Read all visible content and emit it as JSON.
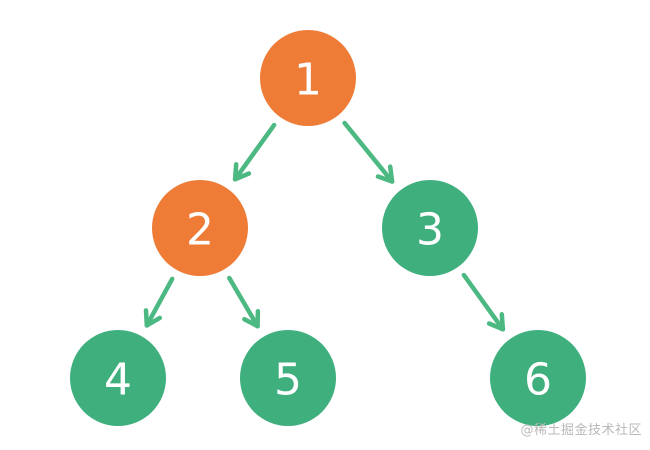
{
  "diagram": {
    "nodes": [
      {
        "id": "n1",
        "label": "1",
        "state": "visited"
      },
      {
        "id": "n2",
        "label": "2",
        "state": "visited"
      },
      {
        "id": "n3",
        "label": "3",
        "state": "unvisited"
      },
      {
        "id": "n4",
        "label": "4",
        "state": "unvisited"
      },
      {
        "id": "n5",
        "label": "5",
        "state": "unvisited"
      },
      {
        "id": "n6",
        "label": "6",
        "state": "unvisited"
      }
    ],
    "edges": [
      {
        "from": "n1",
        "to": "n2"
      },
      {
        "from": "n1",
        "to": "n3"
      },
      {
        "from": "n2",
        "to": "n4"
      },
      {
        "from": "n2",
        "to": "n5"
      },
      {
        "from": "n3",
        "to": "n6"
      }
    ],
    "colors": {
      "visited": "#ee7c36",
      "unvisited": "#3faf7e",
      "edge": "#4cb882",
      "label": "#ffffff"
    }
  },
  "watermark": "@稀土掘金技术社区"
}
